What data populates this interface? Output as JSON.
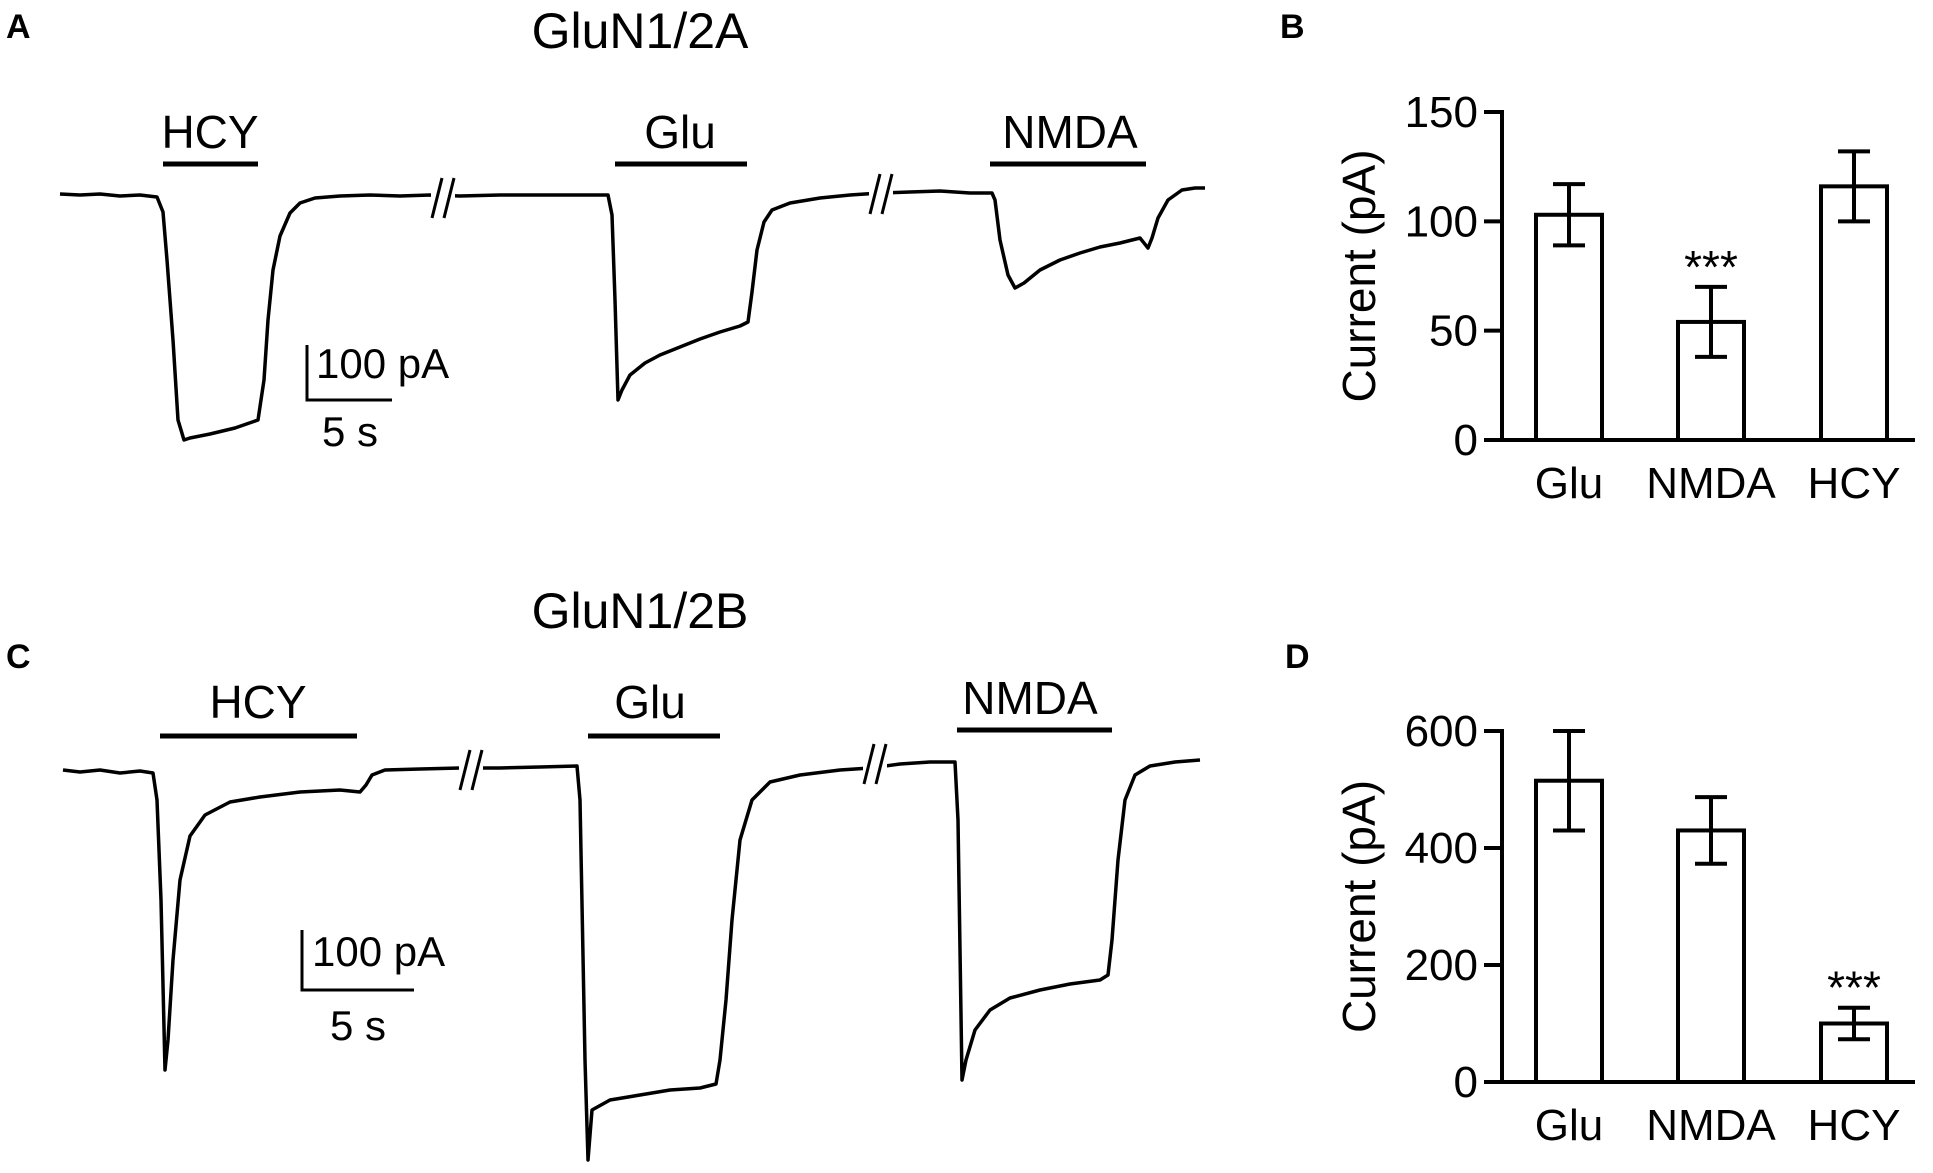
{
  "panel_a": {
    "letter": "A",
    "title": "GluN1/2A",
    "drug_labels": [
      "HCY",
      "Glu",
      "NMDA"
    ],
    "scale_current": "100 pA",
    "scale_time": "5 s"
  },
  "panel_c": {
    "letter": "C",
    "title": "GluN1/2B",
    "drug_labels": [
      "HCY",
      "Glu",
      "NMDA"
    ],
    "scale_current": "100 pA",
    "scale_time": "5 s"
  },
  "chart_data": [
    {
      "panel": "B",
      "type": "bar",
      "categories": [
        "Glu",
        "NMDA",
        "HCY"
      ],
      "values": [
        103,
        54,
        116
      ],
      "errors": [
        14,
        16,
        16
      ],
      "significance": [
        "",
        "***",
        ""
      ],
      "ylabel": "Current (pA)",
      "ylim": [
        0,
        150
      ],
      "yticks": [
        0,
        50,
        100,
        150
      ],
      "tick_labels": [
        "0",
        "50",
        "100",
        "150"
      ],
      "grid": false,
      "colors": {
        "bar_fill": "#ffffff",
        "stroke": "#000000"
      }
    },
    {
      "panel": "D",
      "type": "bar",
      "categories": [
        "Glu",
        "NMDA",
        "HCY"
      ],
      "values": [
        515,
        430,
        100
      ],
      "errors": [
        85,
        57,
        27
      ],
      "significance": [
        "",
        "",
        "***"
      ],
      "ylabel": "Current (pA)",
      "ylim": [
        0,
        600
      ],
      "yticks": [
        0,
        200,
        400,
        600
      ],
      "tick_labels": [
        "0",
        "200",
        "400",
        "600"
      ],
      "grid": false,
      "colors": {
        "bar_fill": "#ffffff",
        "stroke": "#000000"
      }
    }
  ]
}
